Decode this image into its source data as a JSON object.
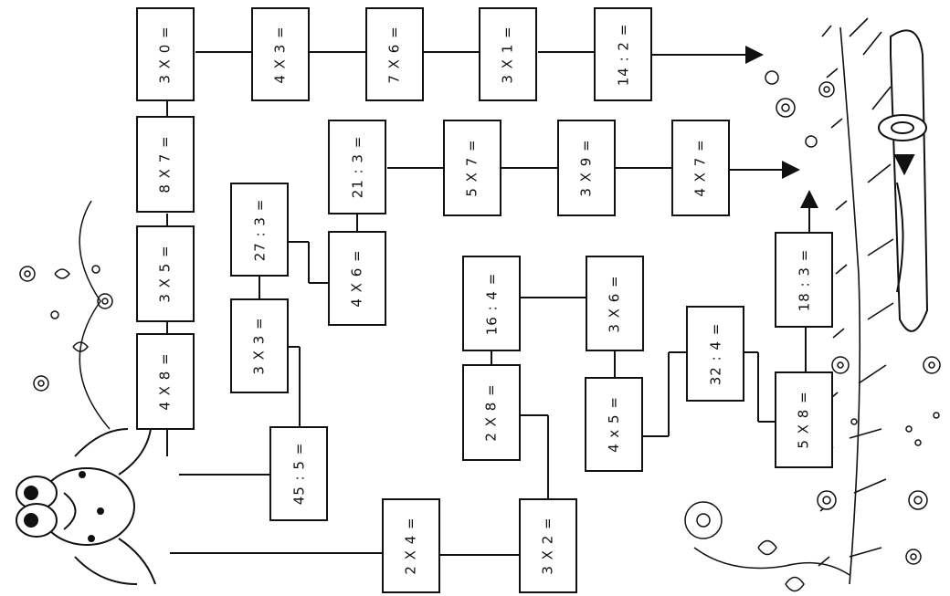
{
  "colors": {
    "ink": "#111111",
    "paper": "#ffffff"
  },
  "icons": [
    "frog-icon",
    "flower-icon",
    "grass-icon",
    "log-icon",
    "pond-icon"
  ],
  "boxes": [
    {
      "id": "b1",
      "text": "3 X 0 ="
    },
    {
      "id": "b2",
      "text": "4 X 3 ="
    },
    {
      "id": "b3",
      "text": "7 X 6 ="
    },
    {
      "id": "b4",
      "text": "3 X 1 ="
    },
    {
      "id": "b5",
      "text": "14 : 2 ="
    },
    {
      "id": "b6",
      "text": "8 X 7 ="
    },
    {
      "id": "b7",
      "text": "3 X 5 ="
    },
    {
      "id": "b8",
      "text": "4 X 8 ="
    },
    {
      "id": "b9",
      "text": "21 : 3 ="
    },
    {
      "id": "b10",
      "text": "5 X 7 ="
    },
    {
      "id": "b11",
      "text": "3 X 9 ="
    },
    {
      "id": "b12",
      "text": "4 X 7 ="
    },
    {
      "id": "b13",
      "text": "27 : 3 ="
    },
    {
      "id": "b14",
      "text": "4 X 6 ="
    },
    {
      "id": "b15",
      "text": "3 X 3 ="
    },
    {
      "id": "b16",
      "text": "45 : 5 ="
    },
    {
      "id": "b17",
      "text": "16 : 4 ="
    },
    {
      "id": "b18",
      "text": "3 X 6 ="
    },
    {
      "id": "b19",
      "text": "2 X 8 ="
    },
    {
      "id": "b20",
      "text": "4 x 5 ="
    },
    {
      "id": "b21",
      "text": "32 : 4 ="
    },
    {
      "id": "b22",
      "text": "18 : 3 ="
    },
    {
      "id": "b23",
      "text": "5 X 8 ="
    },
    {
      "id": "b24",
      "text": "2 X 4 ="
    },
    {
      "id": "b25",
      "text": "3 X 2 ="
    }
  ]
}
